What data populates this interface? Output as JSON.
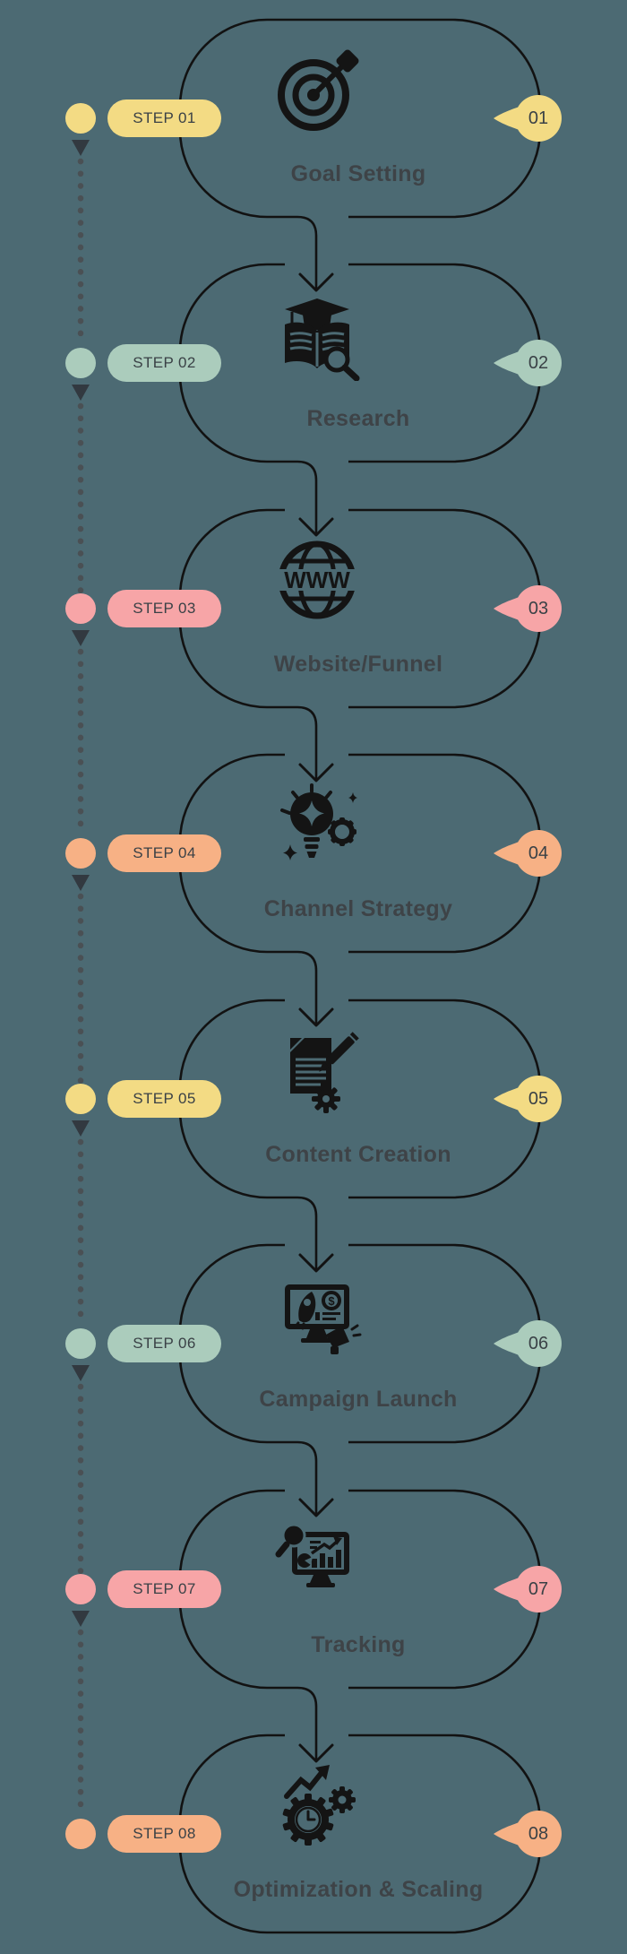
{
  "infographic": {
    "type": "vertical-process-flow",
    "step_count": 8
  },
  "colors": {
    "background": "#4c6a73",
    "outline": "#121212",
    "title_text": "#3e4347",
    "label_text": "#3a4146",
    "timeline_dots": "#4a5054",
    "timeline_arrowhead": "#323940",
    "palette_cycle": [
      "#f3db84",
      "#abccbc",
      "#f7a5a7",
      "#f7b185"
    ]
  },
  "steps": [
    {
      "number": "01",
      "label": "STEP 01",
      "title": "Goal Setting",
      "color": "#f3db84",
      "icon": "target-dart-icon"
    },
    {
      "number": "02",
      "label": "STEP 02",
      "title": "Research",
      "color": "#abccbc",
      "icon": "book-magnifier-icon"
    },
    {
      "number": "03",
      "label": "STEP 03",
      "title": "Website/Funnel",
      "color": "#f7a5a7",
      "icon": "www-globe-icon"
    },
    {
      "number": "04",
      "label": "STEP 04",
      "title": "Channel Strategy",
      "color": "#f7b185",
      "icon": "idea-bulb-gear-icon"
    },
    {
      "number": "05",
      "label": "STEP 05",
      "title": "Content Creation",
      "color": "#f3db84",
      "icon": "document-pencil-icon"
    },
    {
      "number": "06",
      "label": "STEP 06",
      "title": "Campaign Launch",
      "color": "#abccbc",
      "icon": "monitor-rocket-icon"
    },
    {
      "number": "07",
      "label": "STEP 07",
      "title": "Tracking",
      "color": "#f7a5a7",
      "icon": "analytics-magnifier-icon"
    },
    {
      "number": "08",
      "label": "STEP 08",
      "title": "Optimization & Scaling",
      "color": "#f7b185",
      "icon": "gears-growth-icon"
    }
  ]
}
